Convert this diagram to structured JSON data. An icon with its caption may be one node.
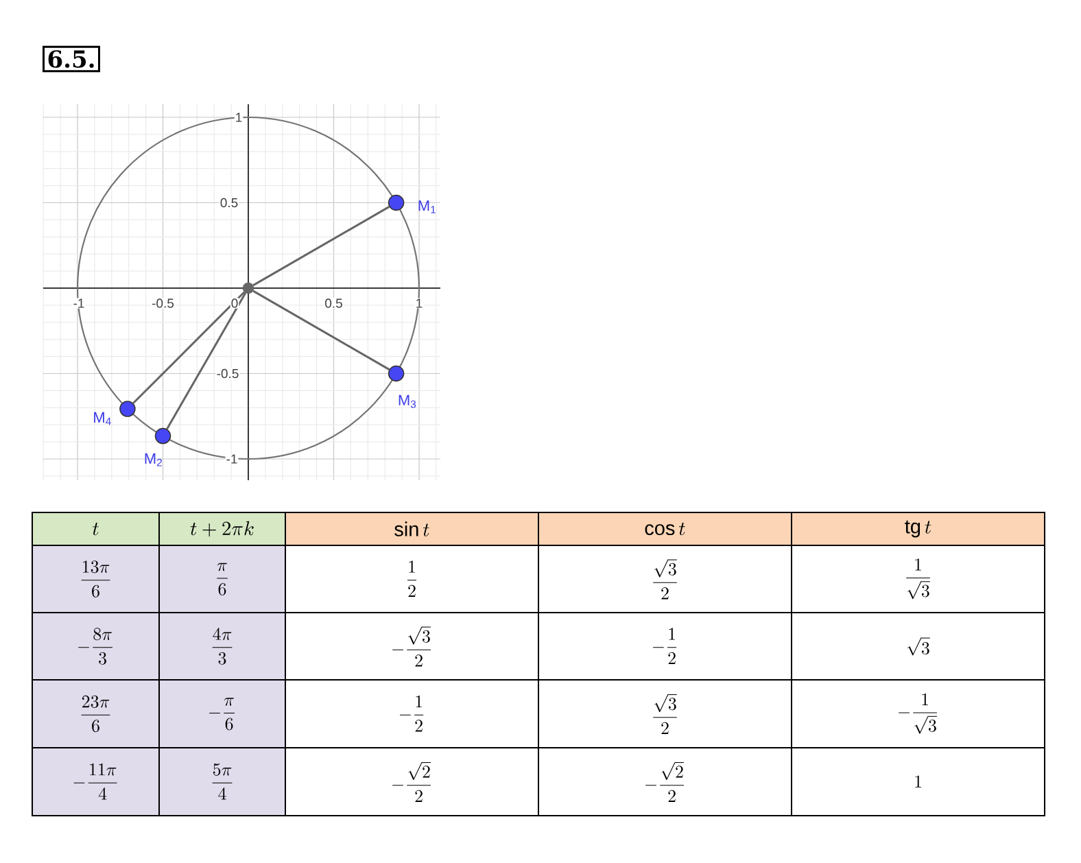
{
  "diagram": {
    "title": "6.5.",
    "nodes": [
      {
        "text": [],
        "shape": "circle"
      },
      {
        "text": [],
        "shape": "circle",
        "beside": [
          "M$_{1}$"
        ]
      },
      {
        "text": [],
        "shape": "circle",
        "beside": [
          "M$_{2}$"
        ]
      },
      {
        "text": [],
        "shape": "circle",
        "beside": [
          "M$_{3}$"
        ]
      },
      {
        "text": [],
        "shape": "circle",
        "beside": [
          "M$_{4}$"
        ]
      }
    ],
    "edges": [
      {
        "from": 0,
        "to": 1,
        "arrow": "none"
      },
      {
        "from": 0,
        "to": 3,
        "arrow": "none"
      },
      {
        "from": 0,
        "to": 4,
        "arrow": "none"
      },
      {
        "from": 0,
        "to": 2,
        "arrow": "none"
      }
    ],
    "labels": [
      "1",
      "0.5",
      "-1",
      "-0.5",
      "0",
      "0.5",
      "1",
      "-0.5",
      "-1",
      "t",
      "t+2\\pi k",
      "\\sin t",
      "\\cos t",
      "\\operatorname{tg} t",
      "\\frac{13\\pi}{6}",
      "\\frac{\\pi}{6}",
      "\\frac{1}{2}",
      "\\frac{\\sqrt{3}}{2}",
      "\\frac{1}{\\sqrt{3}}",
      "-\\frac{8\\pi}{3}",
      "\\frac{4\\pi}{3}",
      "-\\frac{\\sqrt{3}}{2}",
      "-\\frac{1}{2}",
      "\\sqrt{3}",
      "\\frac{23\\pi}{6}",
      "-\\frac{\\pi}{6}",
      "-\\frac{1}{2}",
      "\\frac{\\sqrt{3}}{2}",
      "-\\frac{1}{\\sqrt{3}}",
      "-\\frac{11\\pi}{4}",
      "\\frac{5\\pi}{4}",
      "-\\frac{\\sqrt{2}}{2}",
      "-\\frac{\\sqrt{2}}{2}",
      "1"
    ]
  }
}
